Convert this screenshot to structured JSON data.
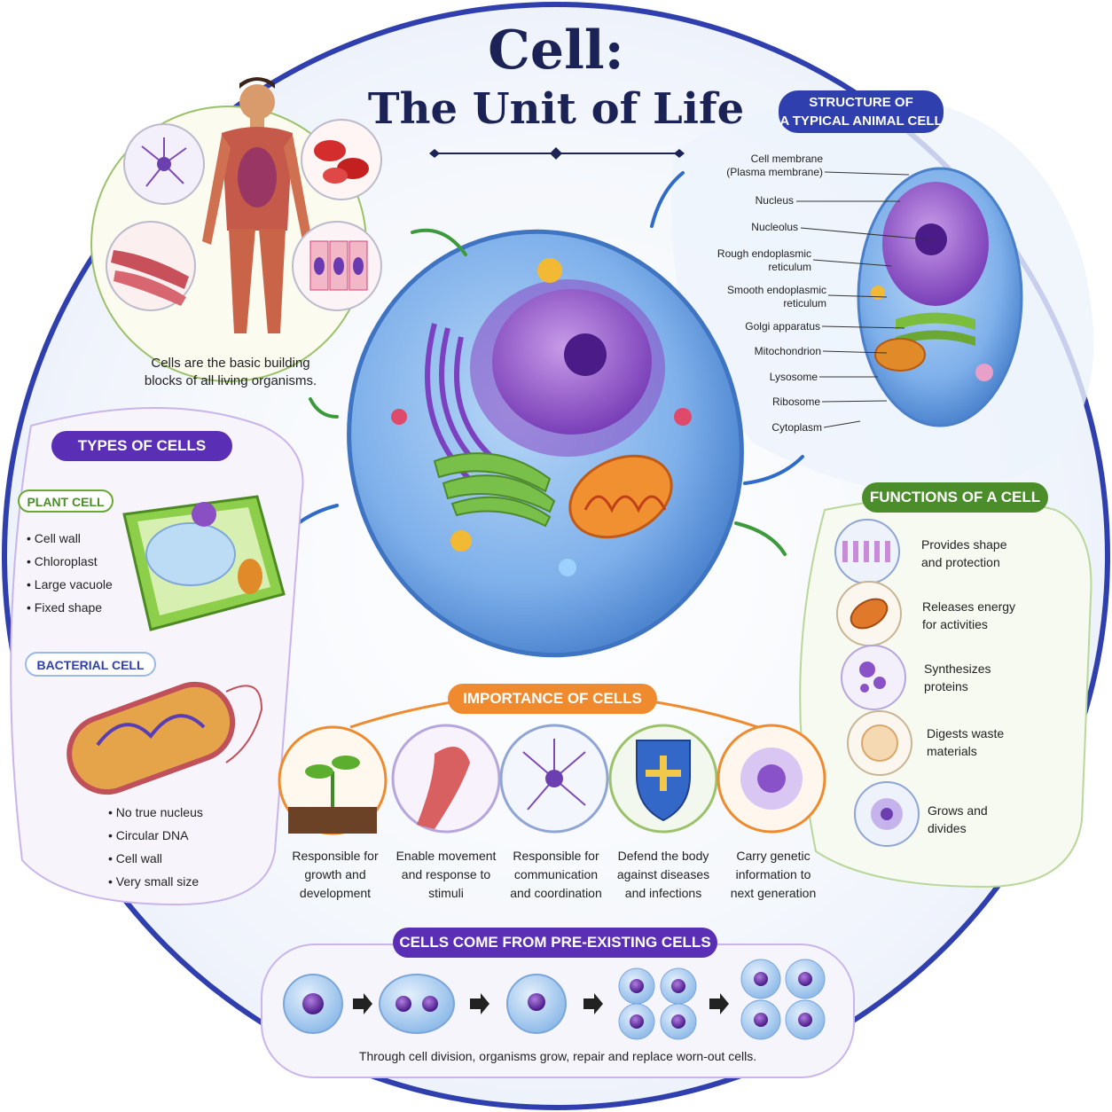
{
  "title": {
    "line1": "Cell:",
    "line2": "The Unit of Life"
  },
  "intro": {
    "caption_line1": "Cells are the basic building",
    "caption_line2": "blocks of all living organisms."
  },
  "structure": {
    "heading_line1": "STRUCTURE OF",
    "heading_line2": "A TYPICAL ANIMAL CELL",
    "labels": [
      "Cell membrane",
      "(Plasma membrane)",
      "Nucleus",
      "Nucleolus",
      "Rough endoplasmic",
      "reticulum",
      "Smooth endoplasmic",
      "reticulum",
      "Golgi apparatus",
      "Mitochondrion",
      "Lysosome",
      "Ribosome",
      "Cytoplasm"
    ]
  },
  "types": {
    "heading": "TYPES OF CELLS",
    "plant": {
      "label": "PLANT CELL",
      "items": [
        "Cell wall",
        "Chloroplast",
        "Large vacuole",
        "Fixed shape"
      ]
    },
    "bacterial": {
      "label": "BACTERIAL CELL",
      "items": [
        "No true nucleus",
        "Circular DNA",
        "Cell wall",
        "Very small size"
      ]
    }
  },
  "functions": {
    "heading": "FUNCTIONS OF A CELL",
    "items": [
      {
        "line1": "Provides shape",
        "line2": "and protection",
        "icon": "membrane-icon"
      },
      {
        "line1": "Releases energy",
        "line2": "for activities",
        "icon": "mitochondrion-icon"
      },
      {
        "line1": "Synthesizes",
        "line2": "proteins",
        "icon": "ribosome-icon"
      },
      {
        "line1": "Digests waste",
        "line2": "materials",
        "icon": "lysosome-icon"
      },
      {
        "line1": "Grows and",
        "line2": "divides",
        "icon": "dividing-cell-icon"
      }
    ]
  },
  "importance": {
    "heading": "IMPORTANCE OF CELLS",
    "items": [
      {
        "line1": "Responsible for",
        "line2": "growth and",
        "line3": "development",
        "icon": "sprout-icon"
      },
      {
        "line1": "Enable movement",
        "line2": "and response to",
        "line3": "stimuli",
        "icon": "muscle-icon"
      },
      {
        "line1": "Responsible for",
        "line2": "communication",
        "line3": "and coordination",
        "icon": "neuron-icon"
      },
      {
        "line1": "Defend the body",
        "line2": "against diseases",
        "line3": "and infections",
        "icon": "shield-icon"
      },
      {
        "line1": "Carry genetic",
        "line2": "information to",
        "line3": "next generation",
        "icon": "cell-nucleus-icon"
      }
    ]
  },
  "division": {
    "heading": "CELLS COME FROM PRE-EXISTING CELLS",
    "caption": "Through cell division, organisms grow, repair and replace worn-out cells."
  },
  "colors": {
    "navy": "#1b2356",
    "purple": "#5b2fb5",
    "green": "#4a8d2a",
    "orange": "#ef8a2e",
    "blue_ring": "#2f3fae"
  }
}
